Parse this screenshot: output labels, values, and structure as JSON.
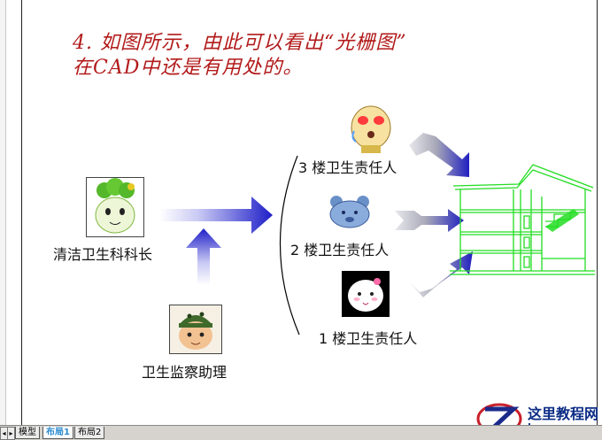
{
  "title": {
    "line1": "4. 如图所示，由此可以看出“光栅图”",
    "line2": "在CAD中还是有用处的。"
  },
  "people": {
    "chief": "清洁卫生科科长",
    "assistant": "卫生监察助理",
    "floor3": "3 楼卫生责任人",
    "floor2": "2 楼卫生责任人",
    "floor1": "1 楼卫生责任人"
  },
  "tabs": {
    "model": "模型",
    "layout1": "布局1",
    "layout2": "布局2"
  },
  "watermark": {
    "title": "这里教程网",
    "url": "herecours.com"
  },
  "colors": {
    "title": "#b21a1a",
    "arrow_blue": "#1f1fc8",
    "building_green": "#22dd22",
    "tab_active": "#2a8bd0"
  }
}
